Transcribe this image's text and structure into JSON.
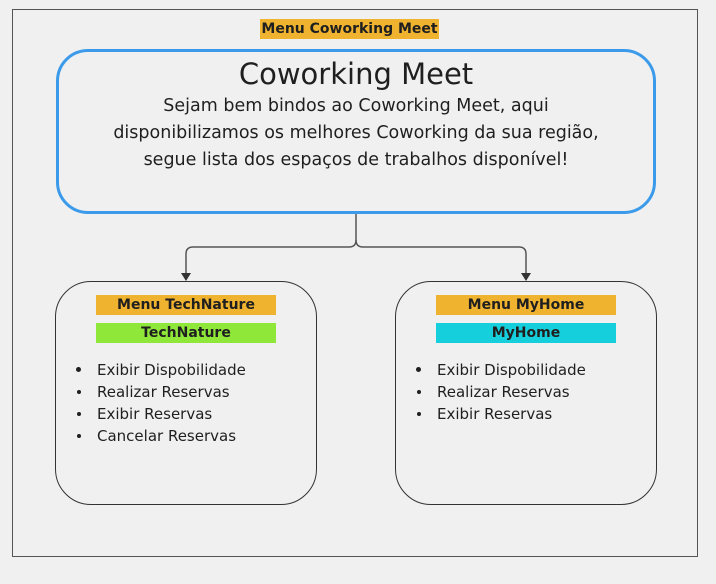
{
  "diagram": {
    "top_label": "Menu Coworking Meet",
    "main": {
      "title": "Coworking Meet",
      "lines": [
        "Sejam bem bindos ao Coworking Meet, aqui",
        "disponibilizamos os melhores Coworking da sua região,",
        "segue lista dos espaços de trabalhos disponível!"
      ]
    },
    "branches": [
      {
        "menu_label": "Menu TechNature",
        "name": "TechNature",
        "name_color": "#8ee739",
        "items": [
          "Exibir Dispobilidade",
          "Realizar Reservas",
          "Exibir Reservas",
          "Cancelar Reservas"
        ]
      },
      {
        "menu_label": "Menu MyHome",
        "name": "MyHome",
        "name_color": "#16cfdc",
        "items": [
          "Exibir Dispobilidade",
          "Realizar Reservas",
          "Exibir Reservas"
        ]
      }
    ],
    "colors": {
      "menu_tag": "#f0b32f",
      "main_border": "#3b9bea",
      "connector": "#555555"
    }
  }
}
